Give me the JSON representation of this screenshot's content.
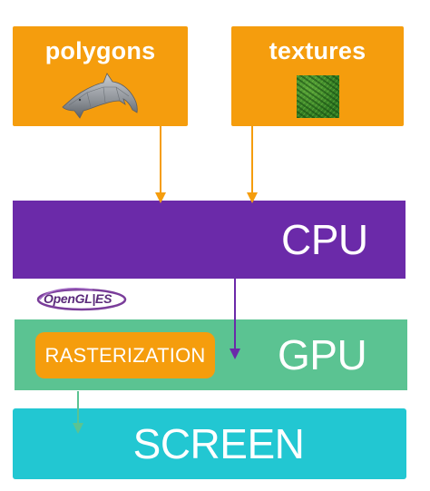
{
  "sources": {
    "polygons": {
      "label": "polygons",
      "icon": "dolphin-mesh-icon"
    },
    "textures": {
      "label": "textures",
      "icon": "grass-texture-icon"
    }
  },
  "cpu": {
    "label": "CPU"
  },
  "opengl_logo": {
    "text": "OpenGL|ES"
  },
  "gpu": {
    "label": "GPU",
    "stage": "RASTERIZATION"
  },
  "screen": {
    "label": "SCREEN"
  },
  "colors": {
    "source_box": "#f59d0d",
    "cpu": "#6b2aa9",
    "gpu": "#5bc392",
    "screen": "#22c7d2",
    "arrow_from_sources": "#f59d0d",
    "arrow_cpu_to_gpu": "#6b2aa9",
    "arrow_gpu_to_screen": "#5bc392"
  }
}
